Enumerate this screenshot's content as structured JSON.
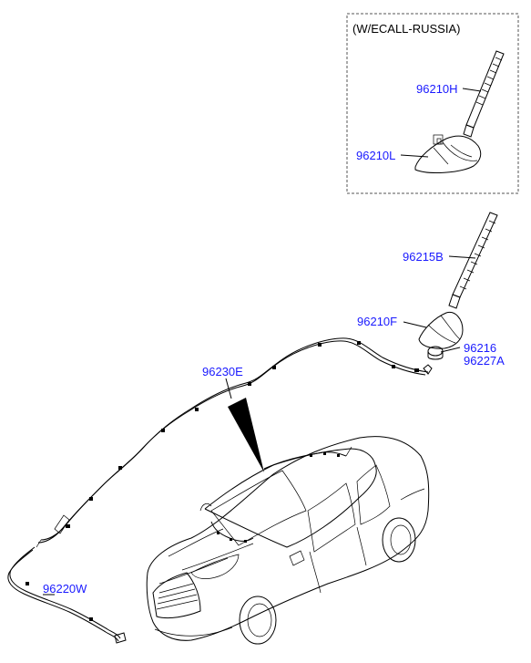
{
  "box": {
    "title": "(W/ECALL-RUSSIA)"
  },
  "labels": {
    "p96210H": "96210H",
    "p96210L": "96210L",
    "p96215B": "96215B",
    "p96210F": "96210F",
    "p96216": "96216",
    "p96227A": "96227A",
    "p96230E": "96230E",
    "p96220W": "96220W"
  },
  "colors": {
    "label": "#1a1aff",
    "line": "#000000"
  }
}
